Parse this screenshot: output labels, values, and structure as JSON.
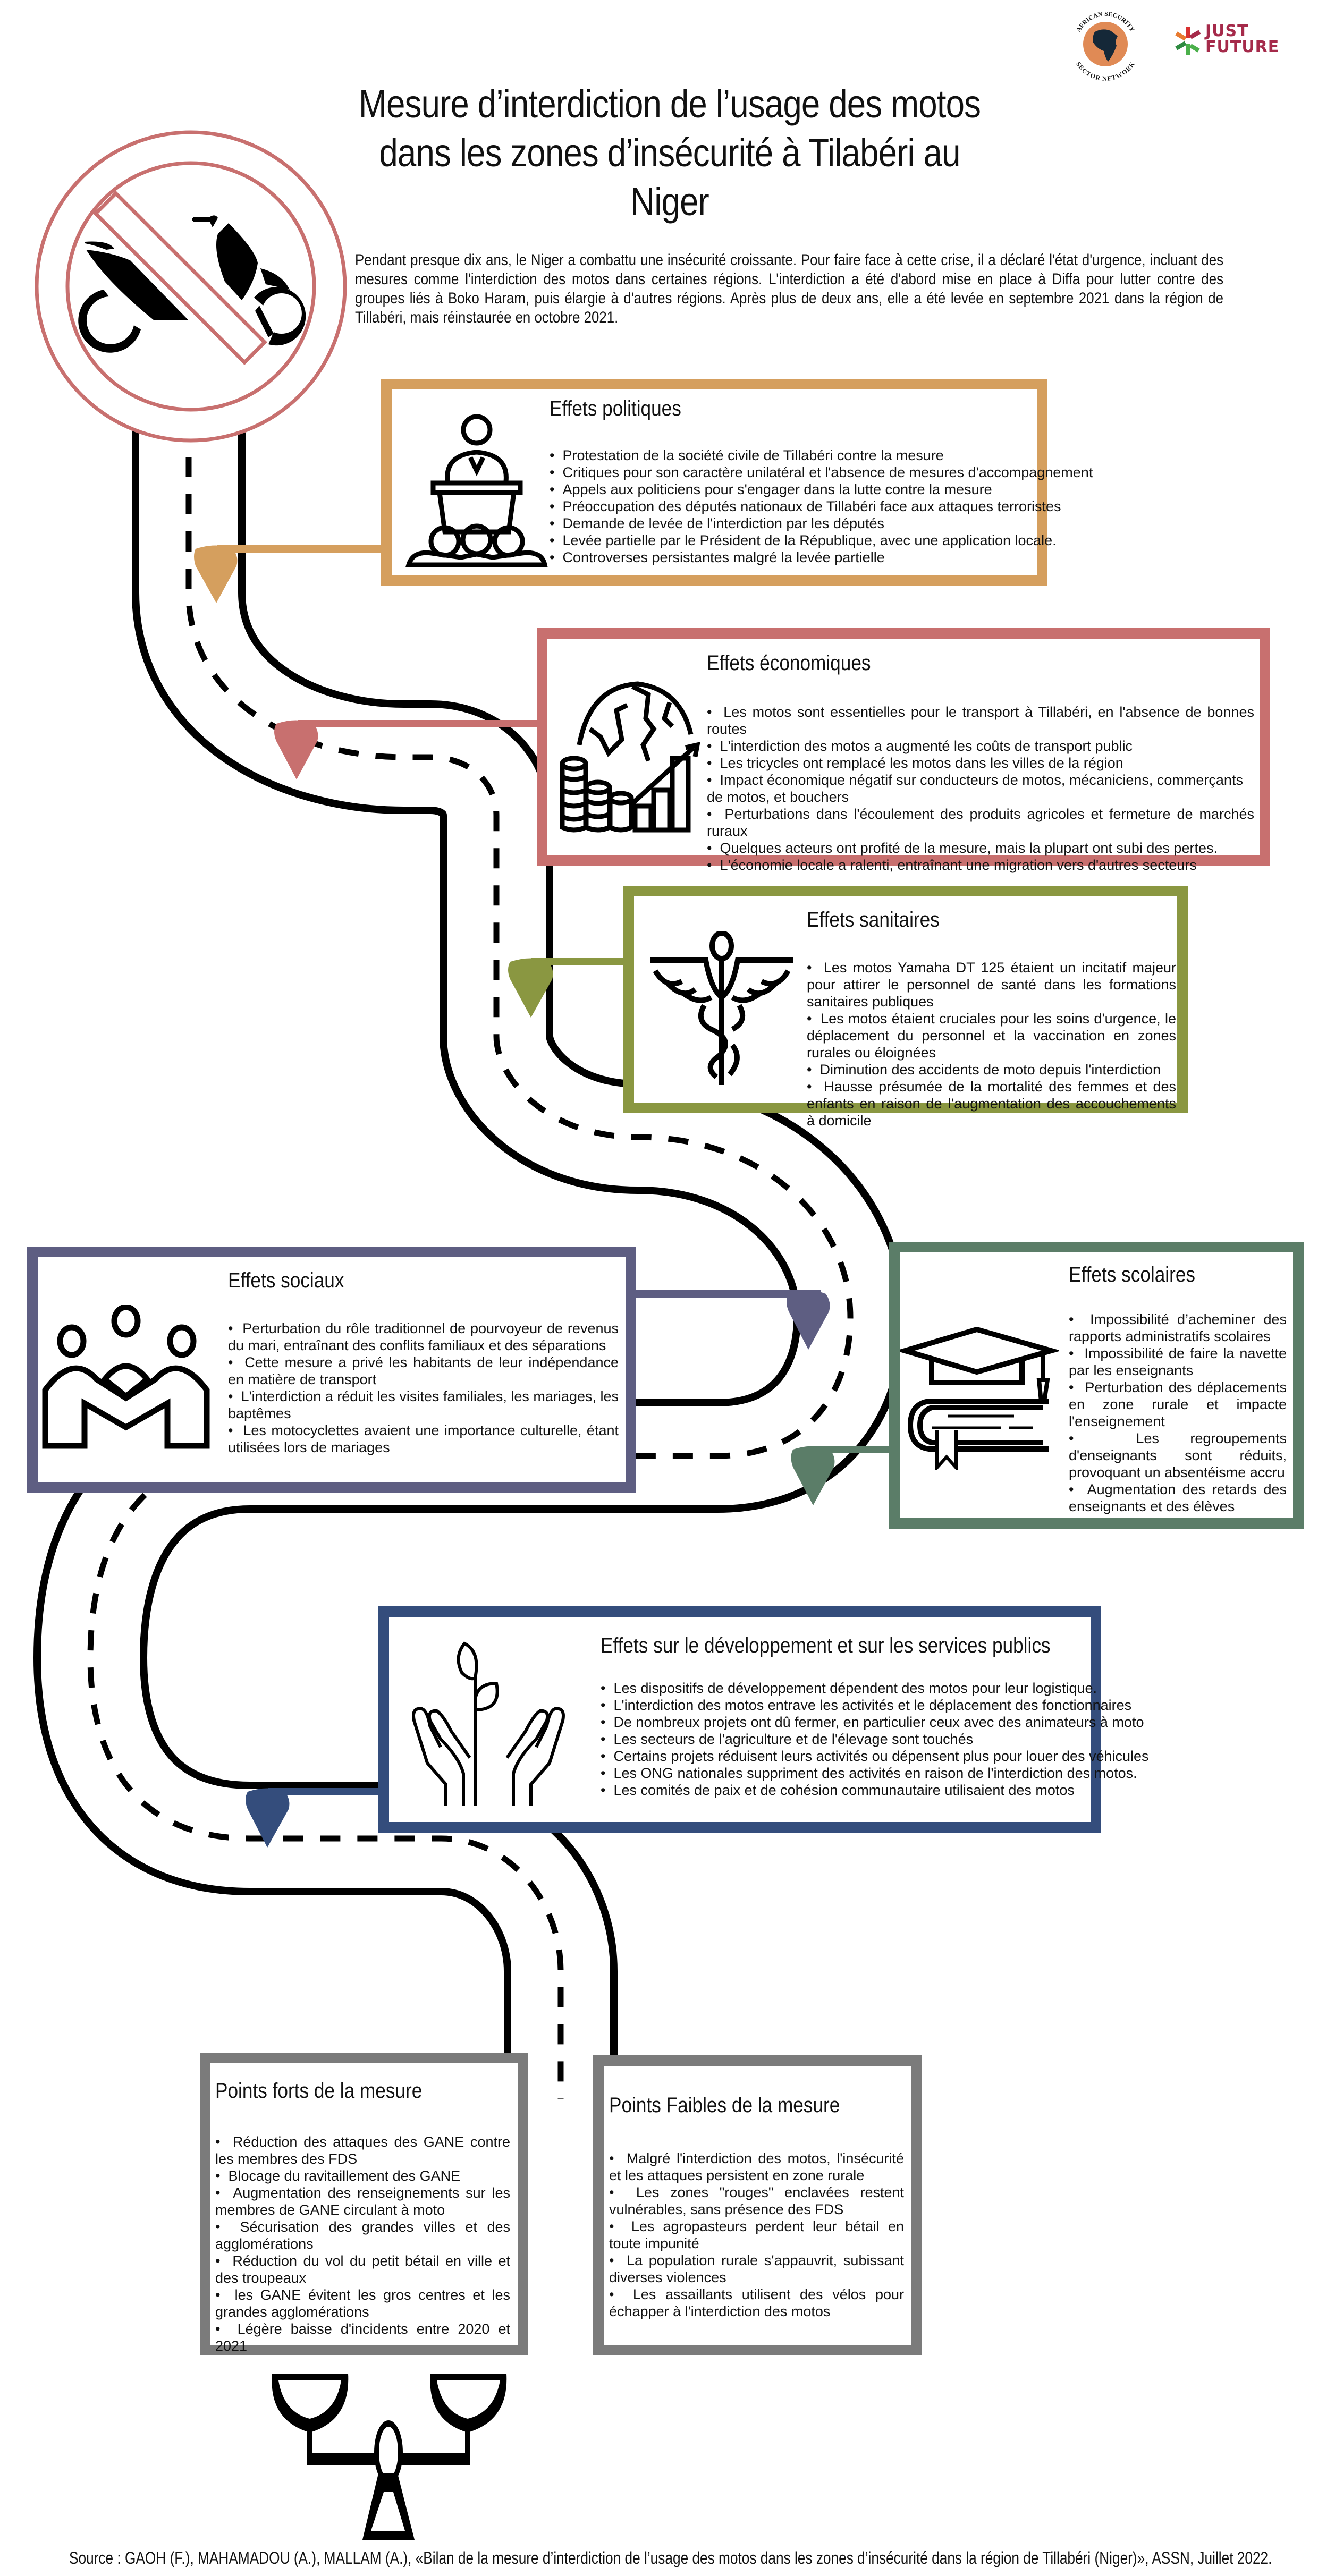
{
  "header": {
    "title_line1": "Mesure d’interdiction de l’usage des motos",
    "title_line2": "dans les zones d’insécurité à Tilabéri au Niger",
    "intro": "Pendant presque dix ans, le Niger a combattu une insécurité croissante. Pour faire face à cette crise, il a déclaré l'état d'urgence, incluant des mesures comme l'interdiction des motos dans certaines régions. L'interdiction a été d'abord mise en place à Diffa pour lutter contre des groupes liés à Boko Haram, puis élargie à d'autres régions. Après plus de deux ans, elle a été levée en septembre 2021 dans la région de Tillabéri, mais réinstaurée en octobre 2021."
  },
  "logos": {
    "assn_top": "AFRICAN SECURITY",
    "assn_bottom": "SECTOR NETWORK",
    "jf_line1": "JUST",
    "jf_line2": "FUTURE"
  },
  "colors": {
    "politiques": "#d59f5e",
    "economiques": "#c8706f",
    "sanitaires": "#8a9741",
    "sociaux": "#5e5e82",
    "scolaires": "#5b7d68",
    "developpement": "#344d7c",
    "points": "#7b7b7b",
    "sign": "#c8706f",
    "road": "#000000"
  },
  "sections": {
    "politiques": {
      "title": "Effets politiques",
      "items": [
        "Protestation de la société civile de Tillabéri contre la mesure",
        "Critiques pour son caractère unilatéral et l'absence de mesures d'accompagnement",
        "Appels aux politiciens pour s'engager dans la lutte contre la mesure",
        "Préoccupation des députés nationaux de Tillabéri face aux attaques terroristes",
        "Demande de levée de l'interdiction par les députés",
        "Levée partielle par le Président de la République, avec une application locale.",
        "Controverses persistantes malgré la levée partielle"
      ]
    },
    "economiques": {
      "title": "Effets économiques",
      "items": [
        "Les motos sont essentielles pour le transport à Tillabéri, en l'absence de bonnes routes",
        "L'interdiction des motos a augmenté les coûts de transport public",
        "Les tricycles ont remplacé les motos dans les villes de la région",
        "Impact économique négatif sur conducteurs de motos, mécaniciens, commerçants de motos, et bouchers",
        "Perturbations dans l'écoulement des produits agricoles et fermeture de marchés ruraux",
        "Quelques acteurs ont profité de la mesure, mais la plupart ont subi des pertes.",
        "L'économie locale a ralenti, entraînant une migration vers d'autres secteurs"
      ]
    },
    "sanitaires": {
      "title": "Effets sanitaires",
      "items": [
        "Les motos Yamaha DT 125 étaient un incitatif majeur pour attirer le personnel de santé dans les formations sanitaires publiques",
        "Les motos étaient cruciales pour les soins d'urgence, le déplacement du personnel et la vaccination en zones rurales ou éloignées",
        "Diminution des accidents de moto depuis l'interdiction",
        "Hausse présumée de la mortalité des femmes et des enfants en raison de l’augmentation des accouchements à domicile"
      ]
    },
    "sociaux": {
      "title": "Effets sociaux",
      "items": [
        "Perturbation du rôle traditionnel de pourvoyeur de revenus du mari, entraînant des conflits familiaux et des séparations",
        "Cette mesure a privé les habitants de leur indépendance en matière de transport",
        "L'interdiction a réduit les visites familiales, les mariages, les baptêmes",
        "Les motocyclettes avaient une importance culturelle, étant utilisées lors de mariages"
      ]
    },
    "scolaires": {
      "title": "Effets scolaires",
      "items": [
        "Impossibilité d’acheminer des rapports administratifs scolaires",
        "Impossibilité de faire la navette par les enseignants",
        "Perturbation des déplacements en zone rurale et impacte l'enseignement",
        "Les regroupements d'enseignants sont réduits, provoquant un absentéisme accru",
        "Augmentation des retards des enseignants et des élèves"
      ]
    },
    "developpement": {
      "title": "Effets sur le développement et sur les services publics",
      "items": [
        "Les dispositifs de développement dépendent des motos pour leur logistique.",
        "L'interdiction des motos entrave les activités et le déplacement des fonctionnaires",
        "De nombreux projets ont dû fermer, en particulier ceux avec des animateurs à moto",
        "Les secteurs de l'agriculture et de l'élevage sont touchés",
        "Certains projets réduisent leurs activités ou dépensent plus pour louer des véhicules",
        "Les ONG nationales suppriment des activités en raison de l'interdiction des motos.",
        "Les comités de paix et de cohésion communautaire utilisaient des motos"
      ]
    },
    "points_forts": {
      "title": "Points forts de la mesure",
      "items": [
        "Réduction des attaques des GANE contre les membres des FDS",
        "Blocage du ravitaillement des GANE",
        "Augmentation des renseignements sur les membres de GANE circulant à moto",
        "Sécurisation des grandes villes et des agglomérations",
        "Réduction du vol du petit bétail en ville et des troupeaux",
        "les GANE évitent les gros centres et les grandes agglomérations",
        "Légère baisse d'incidents entre 2020 et 2021"
      ]
    },
    "points_faibles": {
      "title": "Points Faibles de la mesure",
      "items": [
        "Malgré l'interdiction des motos, l'insécurité et les attaques persistent en zone rurale",
        "Les zones \"rouges\" enclavées restent vulnérables, sans présence des FDS",
        "Les agropasteurs perdent leur bétail en toute impunité",
        "La population rurale s'appauvrit, subissant diverses violences",
        "Les assaillants utilisent des vélos pour échapper à l'interdiction des motos"
      ]
    }
  },
  "footer": {
    "source": "Source : GAOH (F.), MAHAMADOU (A.), MALLAM (A.), «Bilan de la mesure d’interdiction de l’usage des motos dans les zones d’insécurité dans la région de Tillabéri (Niger)», ASSN, Juillet 2022."
  }
}
